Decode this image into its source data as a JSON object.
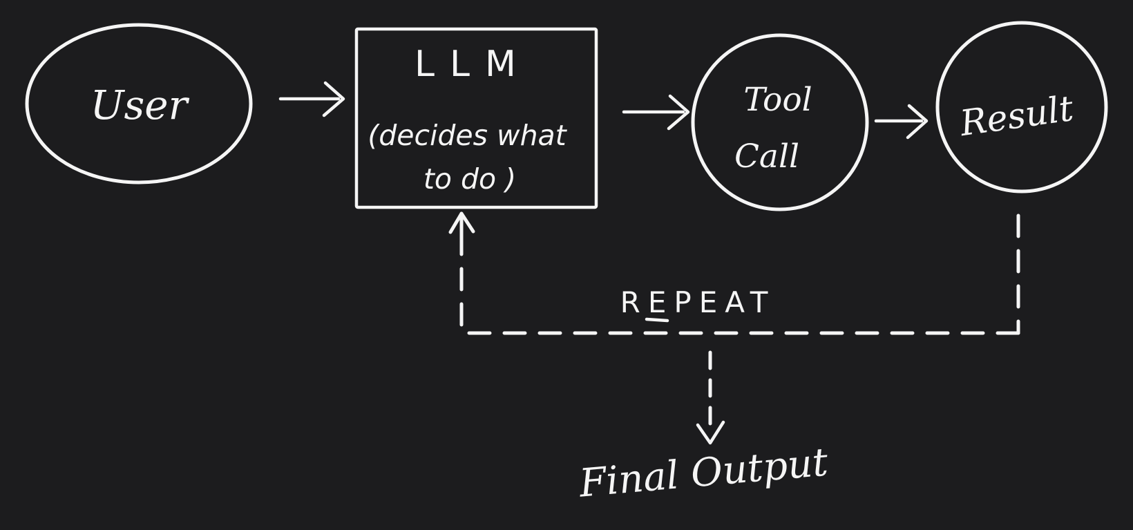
{
  "colors": {
    "background": "#1c1c1e",
    "ink": "#f5f5f5"
  },
  "diagram": {
    "title": "LLM agent tool-use loop (hand-drawn whiteboard sketch)",
    "nodes": {
      "user": {
        "label": "User",
        "shape": "ellipse"
      },
      "llm": {
        "title": "LLM",
        "subtitle_line1": "(decides what",
        "subtitle_line2": "to do )",
        "shape": "rectangle"
      },
      "tool_call": {
        "line1": "Tool",
        "line2": "Call",
        "shape": "circle"
      },
      "result": {
        "label": "Result",
        "shape": "circle"
      }
    },
    "edges": {
      "user_to_llm": {
        "type": "solid-arrow"
      },
      "llm_to_tool_call": {
        "type": "solid-arrow"
      },
      "tool_call_to_result": {
        "type": "solid-arrow"
      },
      "result_to_llm": {
        "type": "dashed-arrow-loop"
      },
      "loop_to_final_output": {
        "type": "dashed-arrow-down"
      }
    },
    "labels": {
      "repeat": "REPEAT",
      "final_output": "Final Output"
    }
  }
}
